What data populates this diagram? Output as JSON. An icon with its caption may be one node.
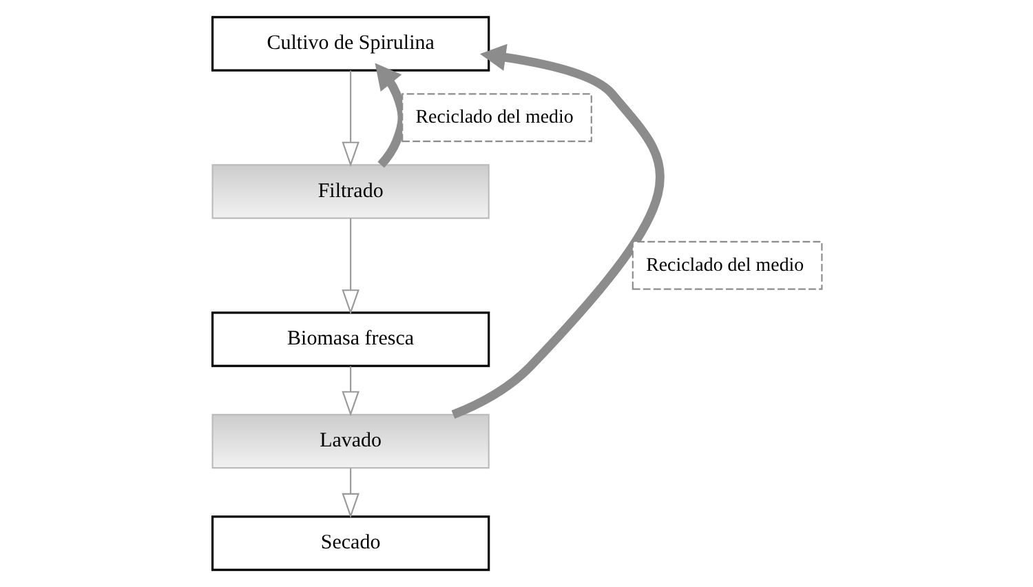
{
  "diagram": {
    "nodes": [
      {
        "text": [
          "Cultivo de Spirulina"
        ]
      },
      {
        "text": [
          "Filtrado"
        ]
      },
      {
        "text": [
          "Biomasa fresca"
        ]
      },
      {
        "text": [
          "Lavado"
        ]
      },
      {
        "text": [
          "Secado"
        ]
      }
    ],
    "edges": [
      {
        "from": 0,
        "to": 1,
        "arrow": "to"
      },
      {
        "from": 1,
        "to": 2,
        "arrow": "to"
      },
      {
        "from": 2,
        "to": 3,
        "arrow": "to"
      },
      {
        "from": 3,
        "to": 4,
        "arrow": "to"
      },
      {
        "from": 1,
        "to": 0,
        "arrow": "to",
        "label": "Reciclado del medio",
        "style": "thick",
        "color": "#8c8c8c"
      },
      {
        "from": 3,
        "to": 0,
        "arrow": "to",
        "label": "Reciclado del medio",
        "style": "thick",
        "color": "#8c8c8c"
      }
    ]
  }
}
